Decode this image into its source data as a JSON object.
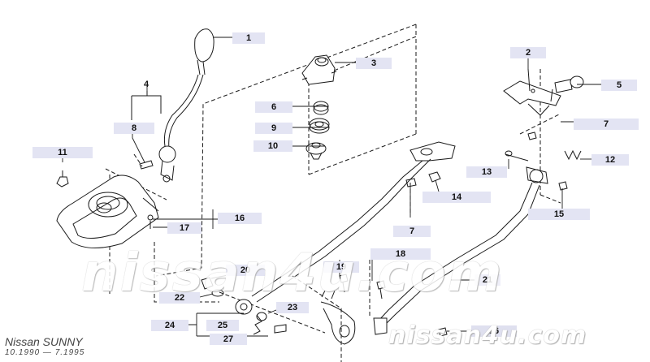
{
  "callouts": [
    "1",
    "2",
    "3",
    "4",
    "5",
    "6",
    "7",
    "8",
    "9",
    "10",
    "11",
    "12",
    "13",
    "14",
    "15",
    "16",
    "17",
    "18",
    "19",
    "20",
    "21",
    "22",
    "23",
    "24",
    "25",
    "26",
    "27"
  ],
  "watermark": {
    "center": "nissan4u.com",
    "corner": "nissan4u.com"
  },
  "model": {
    "name": "Nissan SUNNY",
    "years": "10.1990 — 7.1995"
  },
  "colors": {
    "label_bg": "#e3e4f3",
    "line": "#1a1a1a"
  }
}
